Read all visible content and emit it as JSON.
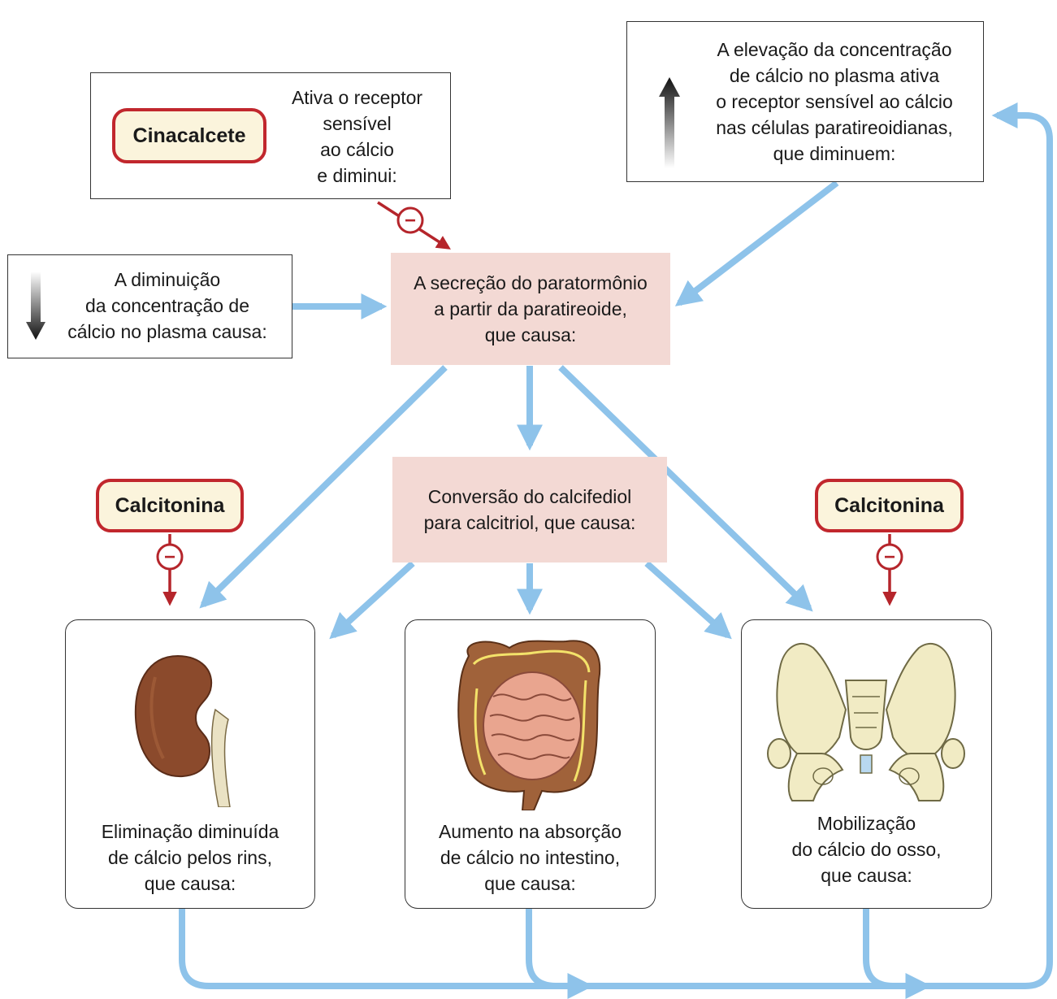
{
  "cinacalcet": {
    "drug": "Cinacalcete",
    "text": [
      "Ativa o receptor",
      "sensível",
      "ao cálcio",
      "e diminui:"
    ]
  },
  "calcium_rise": {
    "text": [
      "A elevação da concentração",
      "de cálcio no plasma ativa",
      "o receptor sensível ao cálcio",
      "nas células paratireoidianas,",
      "que diminuem:"
    ]
  },
  "calcium_drop": {
    "text": [
      "A diminuição",
      "da concentração de",
      "cálcio no plasma causa:"
    ]
  },
  "pth_secretion": {
    "text": [
      "A secreção do paratormônio",
      "a partir da paratireoide,",
      "que causa:"
    ]
  },
  "calcitriol": {
    "text": [
      "Conversão do calcifediol",
      "para calcitriol, que causa:"
    ]
  },
  "calcitonin": {
    "left": "Calcitonina",
    "right": "Calcitonina"
  },
  "inhibit_symbol": "−",
  "outcomes": [
    {
      "icon": "kidney-icon",
      "text": [
        "Eliminação diminuída",
        "de cálcio pelos rins,",
        "que causa:"
      ]
    },
    {
      "icon": "intestine-icon",
      "text": [
        "Aumento na absorção",
        "de cálcio no intestino,",
        "que causa:"
      ]
    },
    {
      "icon": "pelvis-bone-icon",
      "text": [
        "Mobilização",
        "do cálcio do osso,",
        "que causa:"
      ]
    }
  ],
  "colors": {
    "flow_arrow": "#8ec3ea",
    "inhibition": "#b5252b",
    "process_fill": "#f3d9d4",
    "drug_fill": "#fbf4dc"
  }
}
